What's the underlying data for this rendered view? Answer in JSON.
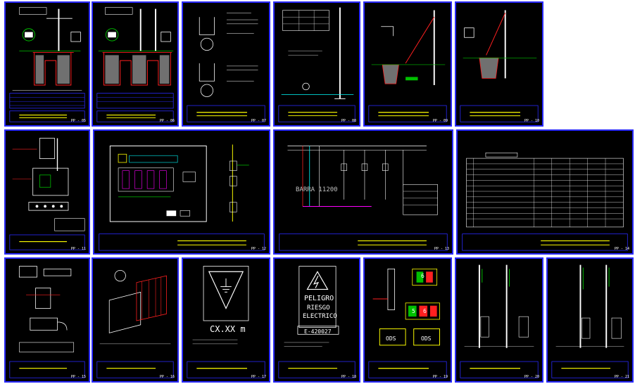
{
  "viewer": {
    "background": "#ffffff"
  },
  "colors": {
    "sheet_bg": "#000000",
    "frame": "#2a2aff",
    "line": "#ffffff",
    "accent_yellow": "#ffff00",
    "accent_red": "#ff2020",
    "accent_green": "#00c000",
    "accent_cyan": "#00ffff",
    "accent_magenta": "#ff00ff"
  },
  "sheets": [
    {
      "code": "PP - 05"
    },
    {
      "code": "PP - 06"
    },
    {
      "code": "PP - 07"
    },
    {
      "code": "PP - 08"
    },
    {
      "code": "PP - 09"
    },
    {
      "code": "PP - 10"
    },
    {
      "code": "PP - 11"
    },
    {
      "code": "PP - 12"
    },
    {
      "code": "PP - 13"
    },
    {
      "code": "PP - 14"
    },
    {
      "code": "PP - 15"
    },
    {
      "code": "PP - 16"
    },
    {
      "code": "PP - 17"
    },
    {
      "code": "PP - 18"
    },
    {
      "code": "PP - 19"
    },
    {
      "code": "PP - 20"
    },
    {
      "code": "PP - 21"
    }
  ],
  "signs": {
    "triangle_sign_text": "CX.XX m",
    "danger_title": "PELIGRO",
    "danger_line2": "RIESGO",
    "danger_line3": "ELECTRICO",
    "danger_code": "E-420027",
    "box_label_a": "ODS",
    "box_label_b": "ODS",
    "panel_number": "6",
    "panel_number_b": "5",
    "panel_number_c": "6"
  },
  "annotations": {
    "schematic_big_label": "BARRA 11200"
  }
}
